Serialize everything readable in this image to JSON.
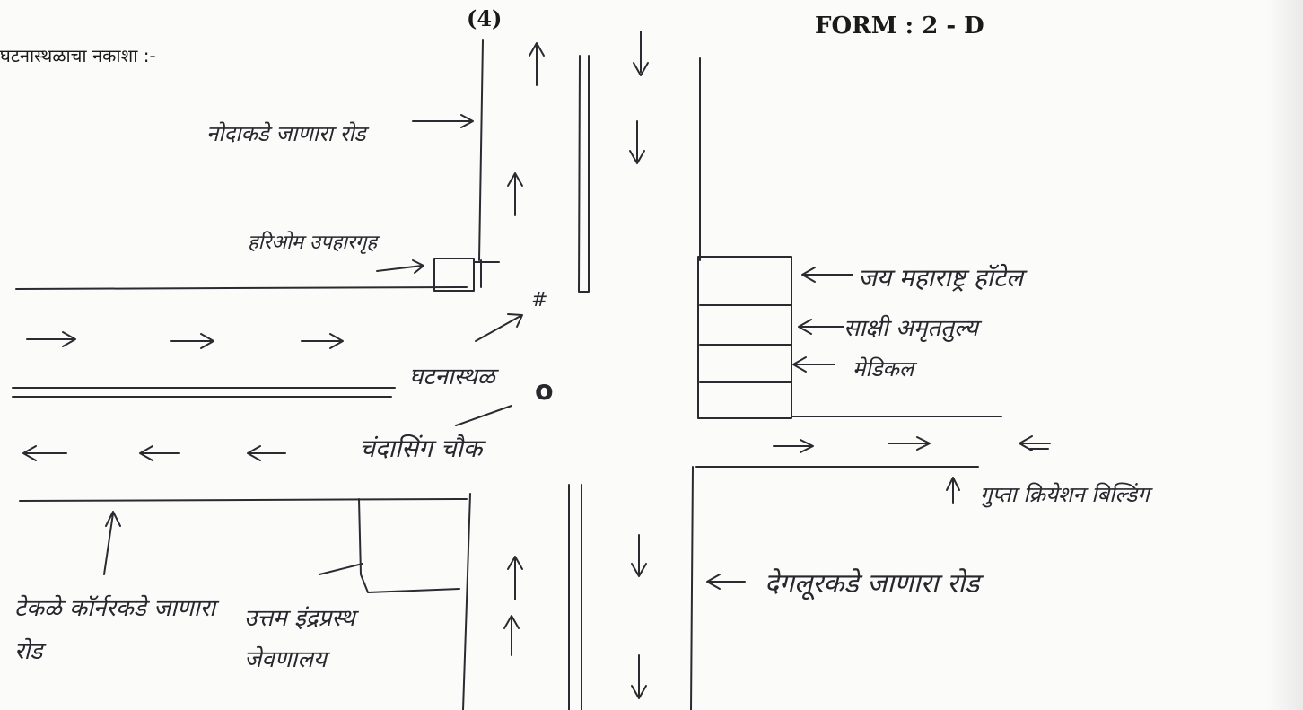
{
  "header": {
    "page_number": "(4)",
    "form_id": "FORM : 2 - D",
    "heading": "घटनास्थळाचा नकाशा :-"
  },
  "map_labels": {
    "north_road": "नोदाकडे जाणारा रोड",
    "shop_top_left": "हरिओम उपहारगृह",
    "incident_spot": "घटनास्थळ",
    "chowk": "चंदासिंग चौक",
    "hotel": "जय महाराष्ट्र हॉटेल",
    "shop_middle": "साक्षी अमृततुल्य",
    "shop_bottom": "मेडिकल",
    "lane_right": "गुप्ता क्रियेशन बिल्डिंग",
    "south_road": "देगलूरकडे जाणारा रोड",
    "west_road": "टेकळे कॉर्नरकडे जाणारा रोड",
    "shop_bottom_left": "उत्तम इंद्रप्रस्थ जेवणालय",
    "incident_mark": "o",
    "hash_mark": "#"
  },
  "colors": {
    "ink": "#2a2a30",
    "paper": "#fbfbfa",
    "print": "#1a1a1a"
  }
}
